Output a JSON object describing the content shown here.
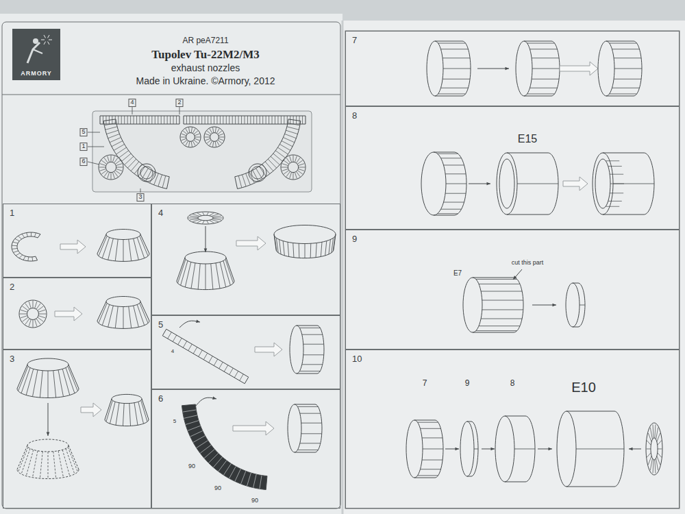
{
  "diagram": {
    "title": "Tupolev Tu-22M2/M3",
    "nodes": [
      {
        "text": [
          "1"
        ]
      },
      {
        "text": [
          "2"
        ]
      },
      {
        "text": [
          "3"
        ]
      },
      {
        "text": [
          "4"
        ]
      },
      {
        "text": [
          "5"
        ]
      },
      {
        "text": [
          "6"
        ]
      },
      {
        "text": [
          "7"
        ]
      },
      {
        "text": [
          "8"
        ]
      },
      {
        "text": [
          "9"
        ]
      },
      {
        "text": [
          "10"
        ]
      }
    ],
    "labels": [
      "ARMORY",
      "AR peA7211",
      "exhaust nozzles",
      "Made in Ukraine. ©Armory, 2012",
      "4",
      "2",
      "5",
      "1",
      "6",
      "3",
      "4",
      "5",
      "90",
      "90",
      "90",
      "E15",
      "cut this part",
      "E7",
      "7",
      "9",
      "8",
      "E10"
    ]
  }
}
